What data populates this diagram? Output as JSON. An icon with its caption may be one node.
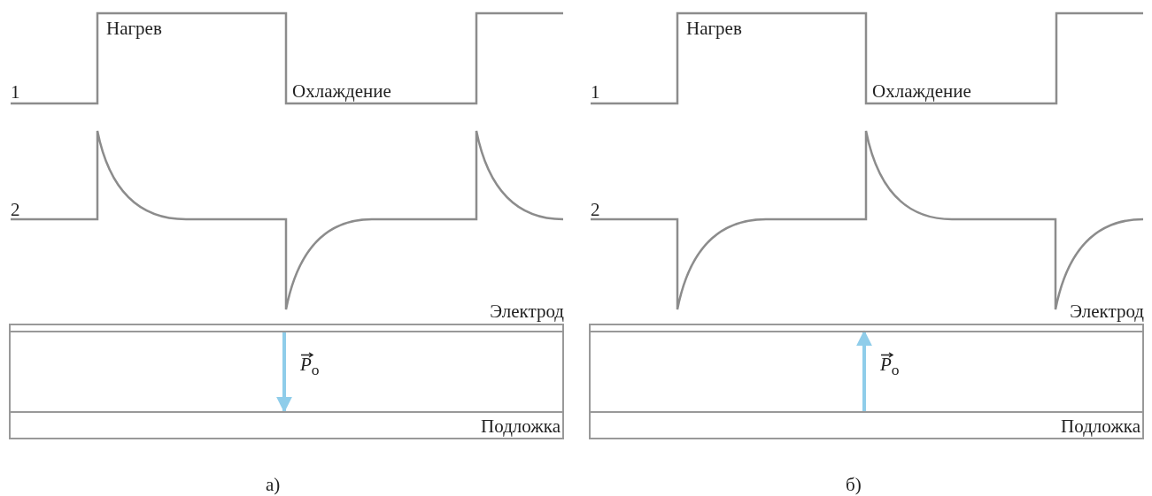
{
  "diagram": {
    "nodes": [
      {
        "text": [
          "Электрод"
        ]
      },
      {
        "text": [
          "*P*$_{о}$"
        ]
      },
      {
        "text": [
          "Подложка"
        ]
      },
      {
        "text": [
          "Электрод"
        ]
      },
      {
        "text": [
          "*P*$_{о}$"
        ]
      },
      {
        "text": [
          "Подложка"
        ]
      }
    ],
    "edges": [
      {
        "from": 0,
        "to": 2,
        "arrow": "to"
      },
      {
        "from": 5,
        "to": 3,
        "arrow": "to"
      }
    ],
    "labels": [
      "1",
      "Нагрев",
      "Охлаждение",
      "2",
      "а)",
      "1",
      "Нагрев",
      "Охлаждение",
      "2",
      "б)"
    ]
  }
}
